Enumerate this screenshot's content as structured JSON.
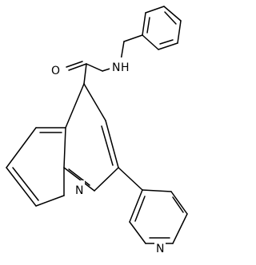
{
  "molecule": {
    "atoms": {
      "oxygen": "O",
      "amide_nitrogen": "N",
      "amide_hydrogen": "H",
      "quinoline_nitrogen": "N",
      "pyridine_nitrogen": "N"
    }
  }
}
